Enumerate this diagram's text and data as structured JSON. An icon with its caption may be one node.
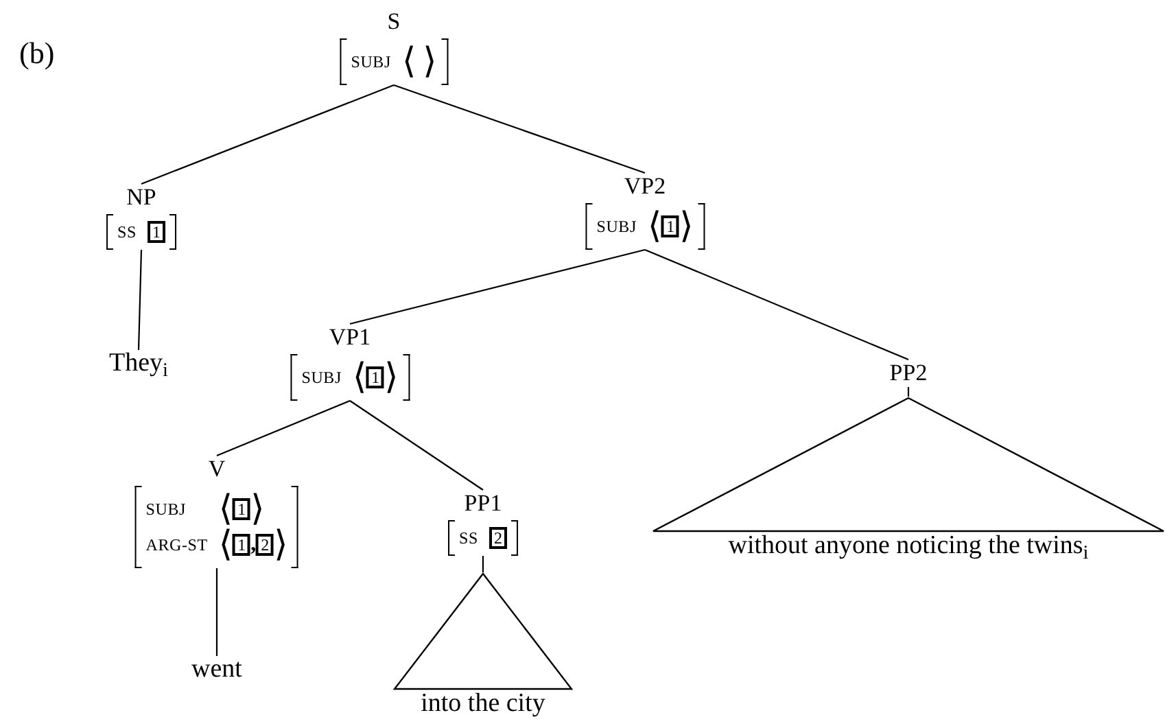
{
  "diagram": {
    "nodes": [
      {
        "text": [
          "S",
          "SUBJ",
          "⟨ ⟩"
        ]
      },
      {
        "text": [
          "NP",
          "SS",
          "1"
        ]
      },
      {
        "text": [
          "They$_{i}$"
        ]
      },
      {
        "text": [
          "VP2",
          "SUBJ",
          "⟨1⟩"
        ]
      },
      {
        "text": [
          "VP1",
          "SUBJ",
          "⟨1⟩"
        ]
      },
      {
        "text": [
          "V",
          "SUBJ",
          "⟨1⟩",
          "ARG-ST",
          "⟨1,2⟩"
        ]
      },
      {
        "text": [
          "went"
        ]
      },
      {
        "text": [
          "PP1",
          "SS",
          "2"
        ]
      },
      {
        "text": [
          "into the city"
        ]
      },
      {
        "text": [
          "PP2"
        ]
      },
      {
        "text": [
          "without anyone noticing the twins$_{i}$"
        ]
      }
    ],
    "edges": [
      {
        "from": 0,
        "to": 1,
        "arrow": "none"
      },
      {
        "from": 0,
        "to": 3,
        "arrow": "none"
      },
      {
        "from": 1,
        "to": 2,
        "arrow": "none"
      },
      {
        "from": 3,
        "to": 4,
        "arrow": "none"
      },
      {
        "from": 3,
        "to": 9,
        "arrow": "none"
      },
      {
        "from": 4,
        "to": 5,
        "arrow": "none"
      },
      {
        "from": 4,
        "to": 7,
        "arrow": "none"
      },
      {
        "from": 5,
        "to": 6,
        "arrow": "none"
      },
      {
        "from": 7,
        "to": 8,
        "arrow": "none"
      },
      {
        "from": 9,
        "to": 10,
        "arrow": "none"
      }
    ],
    "labels": [
      "(b)"
    ]
  }
}
